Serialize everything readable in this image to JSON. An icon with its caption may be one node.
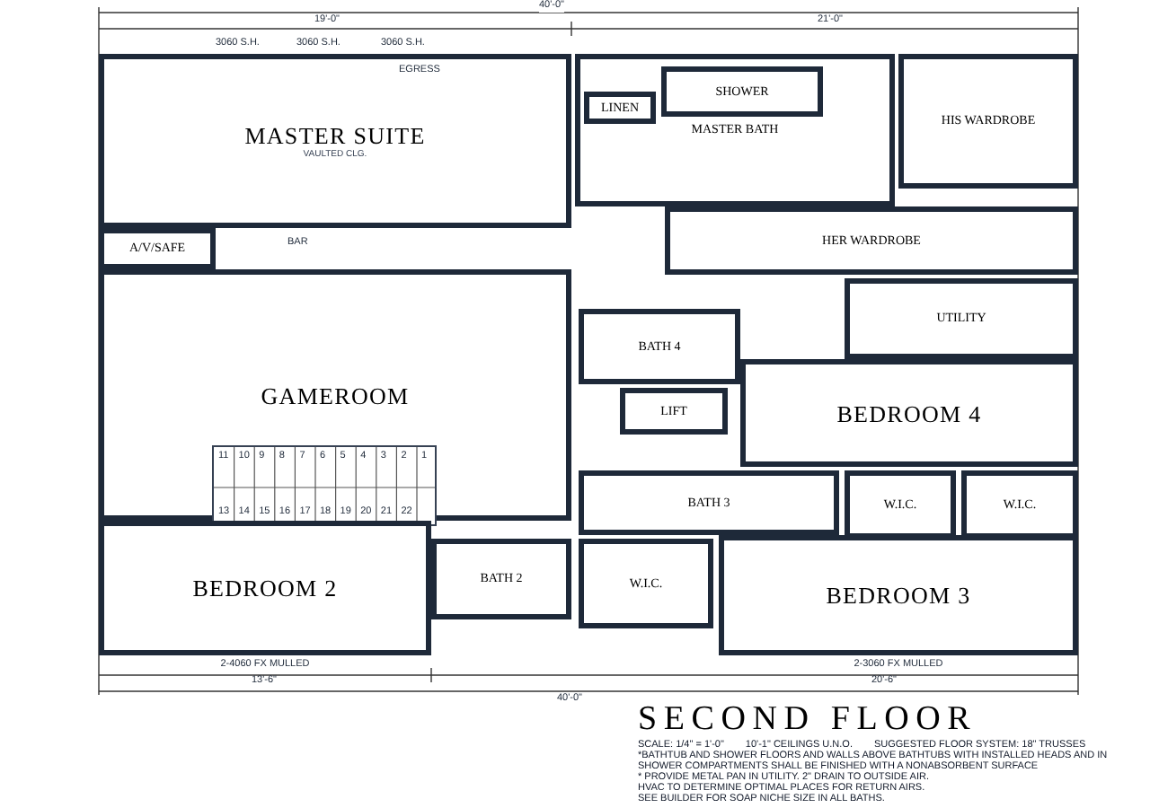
{
  "diagram": {
    "title": "SECOND FLOOR",
    "nodes": [
      {
        "text": [
          "MASTER SUITE",
          "VAULTED CLG."
        ]
      },
      {
        "text": [
          "A/V/SAFE"
        ]
      },
      {
        "text": [
          "GAMEROOM"
        ]
      },
      {
        "text": [],
        "shape": "box",
        "in": 2
      },
      {
        "text": [
          "BEDROOM 2"
        ],
        "beside": [
          "2-4060 FX MULLED"
        ]
      },
      {
        "text": [
          "MASTER BATH"
        ]
      },
      {
        "text": [
          "LINEN"
        ],
        "in": 5
      },
      {
        "text": [
          "SHOWER"
        ],
        "in": 5
      },
      {
        "text": [
          "HIS WARDROBE"
        ]
      },
      {
        "text": [
          "HER WARDROBE"
        ]
      },
      {
        "text": [
          "UTILITY"
        ]
      },
      {
        "text": [
          "BATH 4"
        ]
      },
      {
        "text": [
          "LIFT"
        ]
      },
      {
        "text": [
          "BEDROOM 4"
        ]
      },
      {
        "text": [
          "BATH 3"
        ]
      },
      {
        "text": [
          "W.I.C."
        ]
      },
      {
        "text": [
          "W.I.C."
        ]
      },
      {
        "text": [
          "BATH 2"
        ]
      },
      {
        "text": [
          "W.I.C."
        ]
      },
      {
        "text": [
          "BEDROOM 3"
        ],
        "beside": [
          "2-3060 FX MULLED"
        ]
      }
    ],
    "labels": [
      "40'-0\"",
      "19'-0\"",
      "21'-0\"",
      "3060 S.H.",
      "3060 S.H.",
      "3060 S.H.",
      "EGRESS",
      "BAR",
      "11",
      "10",
      "9",
      "8",
      "7",
      "6",
      "5",
      "4",
      "3",
      "2",
      "1",
      "13",
      "14",
      "15",
      "16",
      "17",
      "18",
      "19",
      "20",
      "21",
      "22",
      "13'-6\"",
      "20'-6\"",
      "40'-0\"",
      "SCALE: 1/4\" = 1'-0\"",
      "10'-1\" CEILINGS U.N.O.",
      "SUGGESTED FLOOR SYSTEM: 18\" TRUSSES",
      "*BATHTUB AND SHOWER FLOORS AND WALLS ABOVE BATHTUBS WITH INSTALLED HEADS AND IN SHOWER COMPARTMENTS SHALL BE FINISHED WITH A NONABSORBENT SURFACE",
      "* PROVIDE METAL PAN IN UTILITY. 2\" DRAIN TO OUTSIDE AIR.",
      "HVAC TO DETERMINE OPTIMAL PLACES FOR RETURN AIRS.",
      "SEE BUILDER FOR SOAP NICHE SIZE IN ALL BATHS."
    ]
  }
}
